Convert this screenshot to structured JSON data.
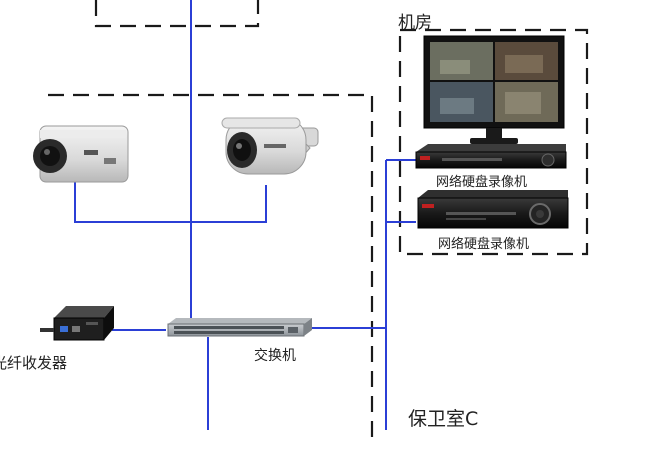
{
  "labels": {
    "machine_room": "机房",
    "nvr_1": "网络硬盘录像机",
    "nvr_2": "网络硬盘录像机",
    "fiber_transceiver": "光纤收发器",
    "switch": "交换机",
    "guard_room": "保卫室C"
  },
  "colors": {
    "link": "#2b3fd6",
    "dash": "#1a1a1a",
    "background": "#ffffff"
  },
  "icons": {
    "box_camera": "box-camera-icon",
    "bullet_camera": "bullet-camera-icon",
    "monitor": "monitor-icon",
    "nvr": "nvr-icon",
    "fiber_transceiver": "fiber-transceiver-icon",
    "switch": "network-switch-icon"
  }
}
